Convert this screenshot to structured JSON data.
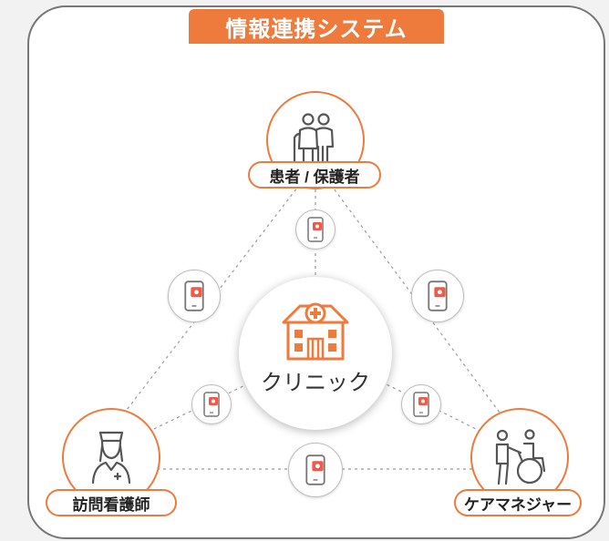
{
  "title": "情報連携システム",
  "nodes": {
    "patient": {
      "label": "患者 / 保護者",
      "icon": "elderly-couple-icon"
    },
    "nurse": {
      "label": "訪問看護師",
      "icon": "nurse-icon"
    },
    "care_manager": {
      "label": "ケアマネジャー",
      "icon": "wheelchair-assist-icon"
    },
    "clinic": {
      "label": "クリニック",
      "icon": "clinic-building-icon"
    }
  },
  "connector_icon": "smartphone-notification-icon",
  "colors": {
    "accent": "#ee7a3b",
    "notification": "#f05a4a",
    "border": "#777777"
  }
}
